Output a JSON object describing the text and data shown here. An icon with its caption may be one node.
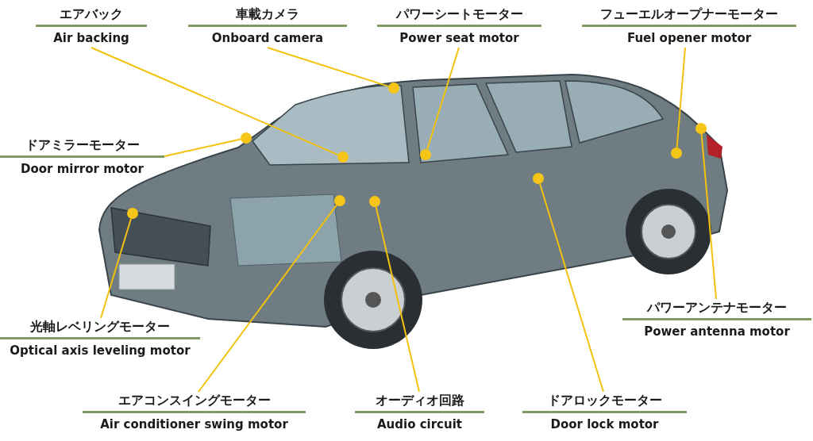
{
  "diagram": {
    "nodes": [
      {
        "text": [
          "エアバック",
          "Air backing"
        ]
      },
      {
        "text": [
          "車載カメラ",
          "Onboard camera"
        ]
      },
      {
        "text": [
          "パワーシートモーター",
          "Power seat motor"
        ]
      },
      {
        "text": [
          "フューエルオープナーモーター",
          "Fuel opener motor"
        ]
      },
      {
        "text": [
          "ドアミラーモーター",
          "Door mirror motor"
        ]
      },
      {
        "text": [
          "光軸レベリングモーター",
          "Optical axis leveling motor"
        ]
      },
      {
        "text": [
          "エアコンスイングモーター",
          "Air conditioner swing motor"
        ]
      },
      {
        "text": [
          "オーディオ回路",
          "Audio circuit"
        ]
      },
      {
        "text": [
          "ドアロックモーター",
          "Door lock motor"
        ]
      },
      {
        "text": [
          "パワーアンテナモーター",
          "Power antenna motor"
        ]
      },
      {
        "text": [],
        "shape": "circle"
      },
      {
        "text": [],
        "shape": "circle"
      },
      {
        "text": [],
        "shape": "circle"
      },
      {
        "text": [],
        "shape": "circle"
      },
      {
        "text": [],
        "shape": "circle"
      },
      {
        "text": [],
        "shape": "circle"
      },
      {
        "text": [],
        "shape": "circle"
      },
      {
        "text": [],
        "shape": "circle"
      },
      {
        "text": [],
        "shape": "circle"
      },
      {
        "text": [],
        "shape": "circle"
      }
    ],
    "edges": [
      {
        "from": 0,
        "to": 10,
        "arrow": "none"
      },
      {
        "from": 1,
        "to": 11,
        "arrow": "none"
      },
      {
        "from": 2,
        "to": 12,
        "arrow": "none"
      },
      {
        "from": 3,
        "to": 13,
        "arrow": "none"
      },
      {
        "from": 4,
        "to": 14,
        "arrow": "none"
      },
      {
        "from": 5,
        "to": 15,
        "arrow": "none"
      },
      {
        "from": 6,
        "to": 16,
        "arrow": "none"
      },
      {
        "from": 7,
        "to": 17,
        "arrow": "none"
      },
      {
        "from": 8,
        "to": 18,
        "arrow": "none"
      },
      {
        "from": 9,
        "to": 19,
        "arrow": "none"
      }
    ]
  }
}
